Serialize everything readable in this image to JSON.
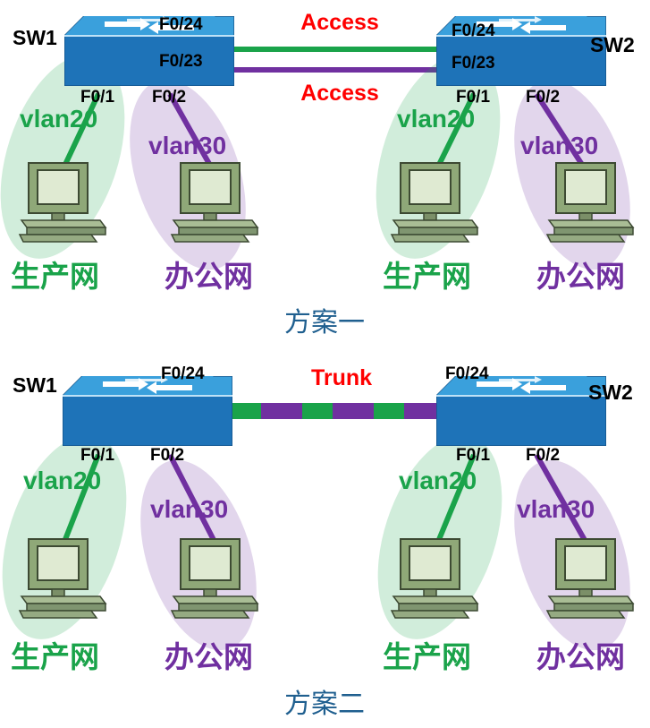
{
  "colors": {
    "vlan20": "#1aa34a",
    "vlan30": "#7030a0",
    "link_label": "#ff0000",
    "scheme_label": "#1f5f8f",
    "switch_top": "#3aa0dc",
    "switch_front": "#1d6fb0",
    "switch_side": "#145a92"
  },
  "scheme1": {
    "title": "方案一",
    "sw1": {
      "name": "SW1",
      "ports": {
        "f024": "F0/24",
        "f023": "F0/23",
        "f01": "F0/1",
        "f02": "F0/2"
      },
      "vlan_a": "vlan20",
      "vlan_b": "vlan30",
      "net_a": "生产网",
      "net_b": "办公网"
    },
    "sw2": {
      "name": "SW2",
      "ports": {
        "f024": "F0/24",
        "f023": "F0/23",
        "f01": "F0/1",
        "f02": "F0/2"
      },
      "vlan_a": "vlan20",
      "vlan_b": "vlan30",
      "net_a": "生产网",
      "net_b": "办公网"
    },
    "link_top": "Access",
    "link_bottom": "Access"
  },
  "scheme2": {
    "title": "方案二",
    "sw1": {
      "name": "SW1",
      "ports": {
        "f024": "F0/24",
        "f01": "F0/1",
        "f02": "F0/2"
      },
      "vlan_a": "vlan20",
      "vlan_b": "vlan30",
      "net_a": "生产网",
      "net_b": "办公网"
    },
    "sw2": {
      "name": "SW2",
      "ports": {
        "f024": "F0/24",
        "f01": "F0/1",
        "f02": "F0/2"
      },
      "vlan_a": "vlan20",
      "vlan_b": "vlan30",
      "net_a": "生产网",
      "net_b": "办公网"
    },
    "link": "Trunk"
  }
}
